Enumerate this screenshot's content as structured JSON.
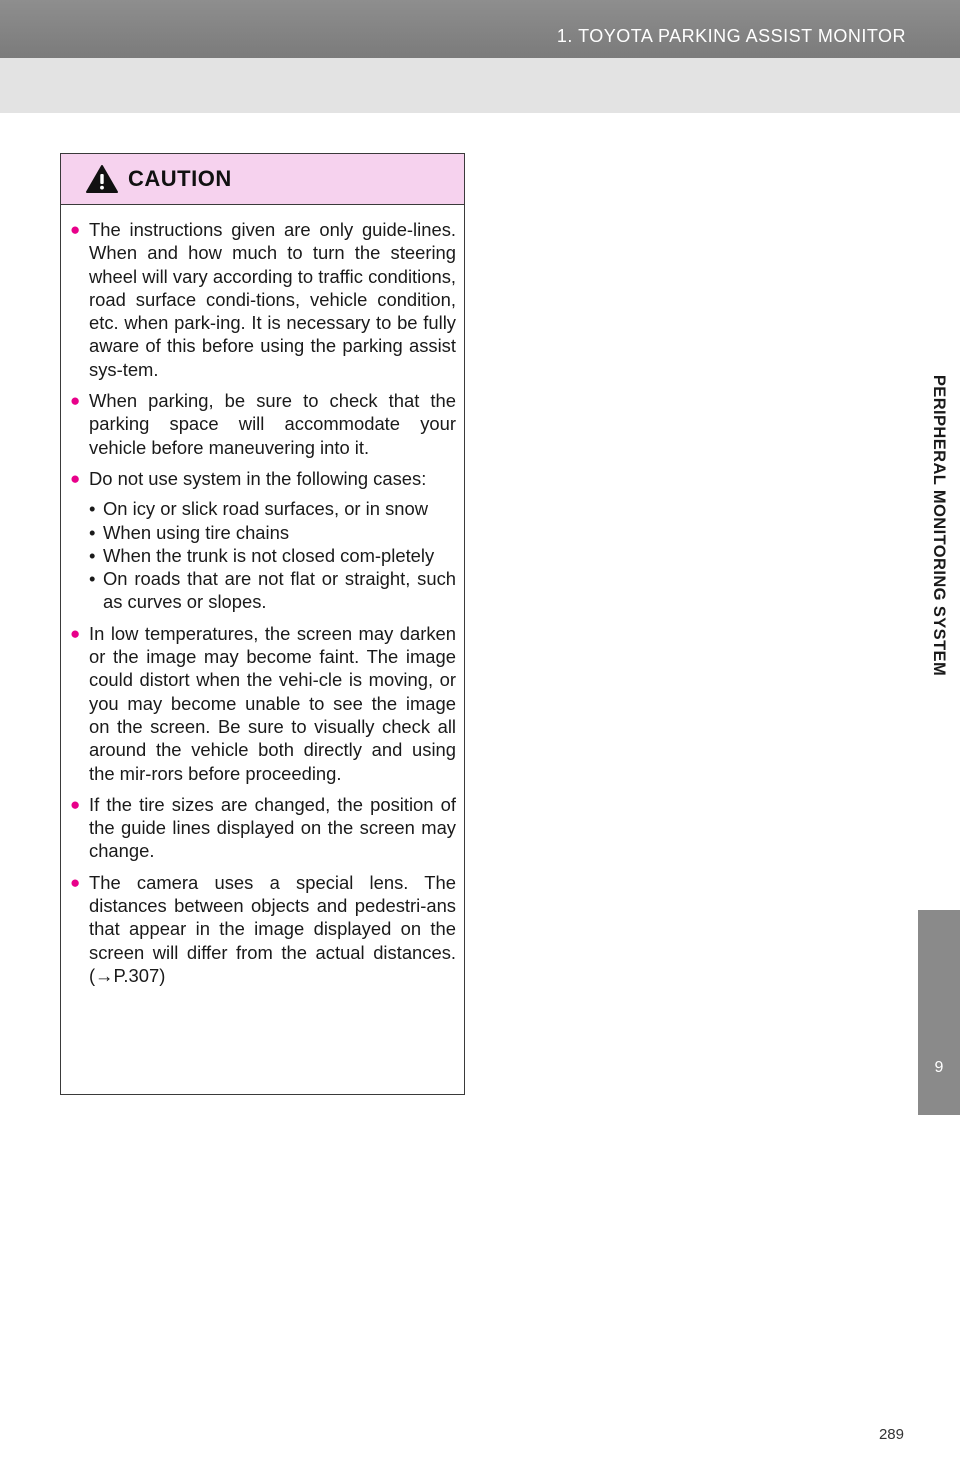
{
  "header": {
    "section_title": "1. TOYOTA PARKING ASSIST MONITOR"
  },
  "side": {
    "chapter_label": "PERIPHERAL MONITORING SYSTEM",
    "chapter_number": "9"
  },
  "caution": {
    "title": "CAUTION",
    "accent_color": "#e8008a",
    "header_color": "#f6d2ee",
    "icon": "warning-triangle-icon",
    "items": [
      {
        "text": "The instructions given are only guide-lines. When and how much to turn the steering wheel will vary according to traffic conditions, road surface condi-tions, vehicle condition, etc. when park-ing. It is necessary to be fully aware of this before using the parking assist sys-tem."
      },
      {
        "text": "When parking, be sure to check that the parking space will accommodate your vehicle before maneuvering into it."
      },
      {
        "text": "Do not use system in the following cases:",
        "sub_items": [
          "On icy or slick road surfaces, or in snow",
          "When using tire chains",
          "When the trunk is not closed com-pletely",
          "On roads that are not flat or straight, such as curves or slopes."
        ]
      },
      {
        "text": "In low temperatures, the screen may darken or the image may become faint. The image could distort when the vehi-cle is moving, or you may become unable to see the image on the screen. Be sure to visually check all around the vehicle both directly and using the mir-rors before proceeding."
      },
      {
        "text": "If the tire sizes are changed, the position of the guide lines displayed on the screen may change."
      },
      {
        "text": "The camera uses a special lens. The distances between objects and pedestri-ans that appear in the image displayed on the screen will differ from the actual distances. (→P.307)"
      }
    ]
  },
  "footer": {
    "page_number": "289"
  }
}
